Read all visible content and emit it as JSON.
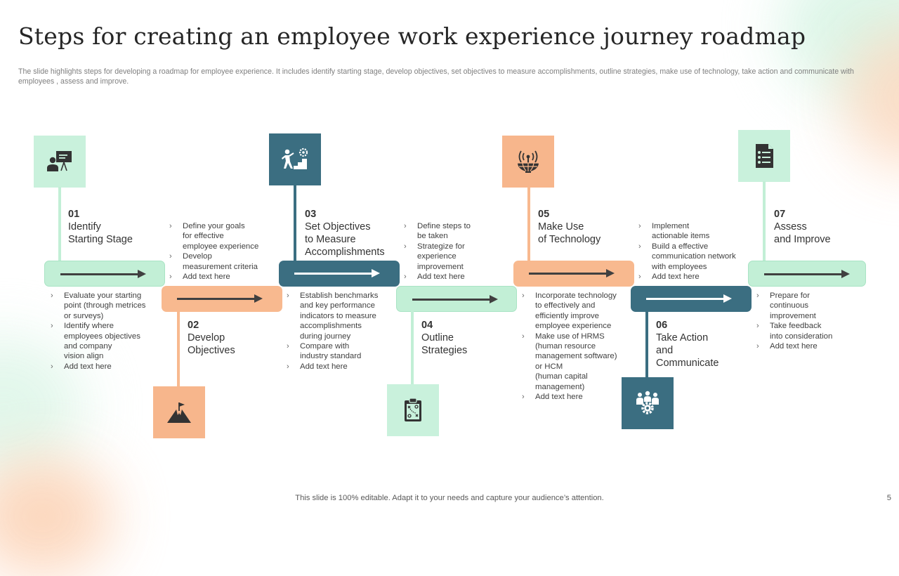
{
  "title": "Steps for creating an employee work experience journey roadmap",
  "subtitle": "The slide highlights steps for developing a roadmap for employee experience. It includes identify starting stage, develop objectives, set objectives to measure accomplishments, outline strategies, make use of technology, take action and communicate with employees , assess and improve.",
  "colors": {
    "green": "#c9f1dc",
    "orange": "#f7b68c",
    "teal": "#3b6e81"
  },
  "steps": [
    {
      "num": "01",
      "label": "Identify\nStarting Stage",
      "icon": "presentation-icon",
      "color": "green",
      "bullets": [
        "Evaluate your starting\npoint (through metrices\nor surveys)",
        "Identify where\nemployees objectives\nand company\nvision align",
        "Add text here"
      ]
    },
    {
      "num": "02",
      "label": "Develop\nObjectives",
      "icon": "mountain-flag-icon",
      "color": "orange",
      "bullets": [
        "Define your goals\nfor effective\nemployee experience",
        "Develop\nmeasurement criteria",
        "Add text here"
      ]
    },
    {
      "num": "03",
      "label": "Set Objectives\nto Measure\nAccomplishments",
      "icon": "climbing-steps-icon",
      "color": "teal",
      "bullets": [
        "Establish benchmarks\nand key performance\nindicators to measure\naccomplishments\n during journey",
        "Compare with\nindustry standard",
        "Add text here"
      ]
    },
    {
      "num": "04",
      "label": "Outline\nStrategies",
      "icon": "clipboard-strategy-icon",
      "color": "green",
      "bullets": [
        "Define steps to\nbe taken",
        "Strategize for\nexperience\nimprovement",
        "Add text here"
      ]
    },
    {
      "num": "05",
      "label": "Make Use\nof Technology",
      "icon": "antenna-globe-icon",
      "color": "orange",
      "bullets": [
        "Incorporate technology\nto effectively and\n efficiently improve\nemployee experience",
        "Make use of HRMS\n(human resource\nmanagement software)\nor HCM\n(human capital\nmanagement)",
        "Add text here"
      ]
    },
    {
      "num": "06",
      "label": "Take Action\nand\nCommunicate",
      "icon": "team-gear-icon",
      "color": "teal",
      "bullets": [
        "Implement\nactionable items",
        "Build a effective\ncommunication network\nwith employees",
        "Add text here"
      ]
    },
    {
      "num": "07",
      "label": "Assess\nand Improve",
      "icon": "document-checklist-icon",
      "color": "green",
      "bullets": [
        "Prepare for\ncontinuous\nimprovement",
        "Take feedback\ninto consideration",
        "Add text here"
      ]
    }
  ],
  "footer": "This slide is 100% editable. Adapt it to your needs and capture your audience’s attention.",
  "page_number": "5"
}
